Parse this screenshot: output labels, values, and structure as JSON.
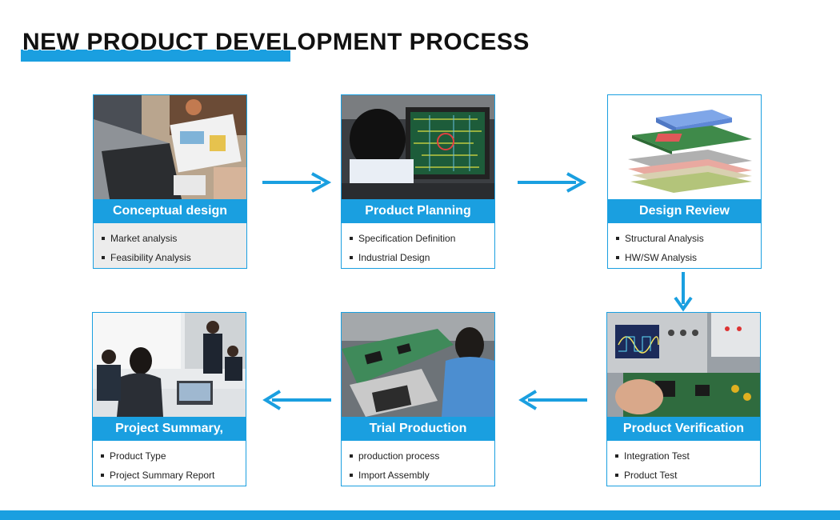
{
  "header": {
    "title": "NEW PRODUCT DEVELOPMENT PROCESS"
  },
  "colors": {
    "accent": "#1a9fe0",
    "card_body_grey": "#ececec"
  },
  "steps": [
    {
      "label": "Conceptual design",
      "image": "business-meeting-laptop-image",
      "items": [
        "Market analysis",
        "Feasibility Analysis"
      ]
    },
    {
      "label": "Product Planning",
      "image": "engineer-pcb-monitor-image",
      "items": [
        "Specification Definition",
        "Industrial Design"
      ]
    },
    {
      "label": "Design Review",
      "image": "exploded-device-layers-image",
      "items": [
        "Structural Analysis",
        "HW/SW Analysis"
      ]
    },
    {
      "label": "Product Verification",
      "image": "oscilloscope-circuit-test-image",
      "items": [
        "Integration Test",
        "Product Test"
      ]
    },
    {
      "label": "Trial Production",
      "image": "assembly-line-worker-image",
      "items": [
        "production process",
        "Import Assembly"
      ]
    },
    {
      "label": "Project Summary,",
      "image": "team-presentation-image",
      "items": [
        "Product Type",
        "Project Summary Report"
      ]
    }
  ]
}
